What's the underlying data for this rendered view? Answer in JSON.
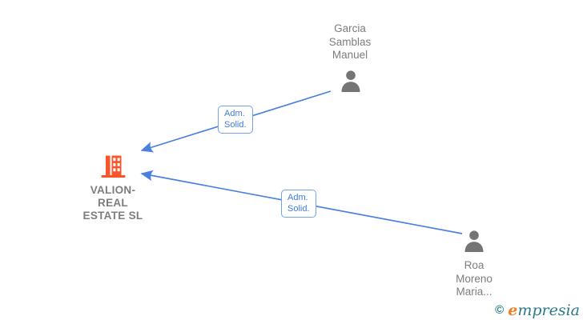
{
  "diagram": {
    "nodes": [
      {
        "id": "garcia-samblas-manuel",
        "type": "person",
        "label": "Garcia\nSamblas\nManuel"
      },
      {
        "id": "valion-real-estate-sl",
        "type": "company",
        "label": "VALION-\nREAL\nESTATE SL"
      },
      {
        "id": "roa-moreno-maria",
        "type": "person",
        "label": "Roa\nMoreno\nMaria..."
      }
    ],
    "edges": [
      {
        "from": "garcia-samblas-manuel",
        "to": "valion-real-estate-sl",
        "label": "Adm.\nSolid."
      },
      {
        "from": "roa-moreno-maria",
        "to": "valion-real-estate-sl",
        "label": "Adm.\nSolid."
      }
    ]
  },
  "colors": {
    "edge_blue": "#4a80e0",
    "edge_box_border": "#74a0ee",
    "edge_box_text": "#3f7ce0",
    "person_icon_gray": "#757575",
    "company_icon_orange": "#f9552b",
    "node_label_gray": "#7d7d7d",
    "logo_teal": "#2b7a8c",
    "logo_orange": "#f08125",
    "background": "#ffffff"
  },
  "footer": {
    "copyright_symbol": "©",
    "brand_initial": "e",
    "brand_rest": "mpresia"
  }
}
